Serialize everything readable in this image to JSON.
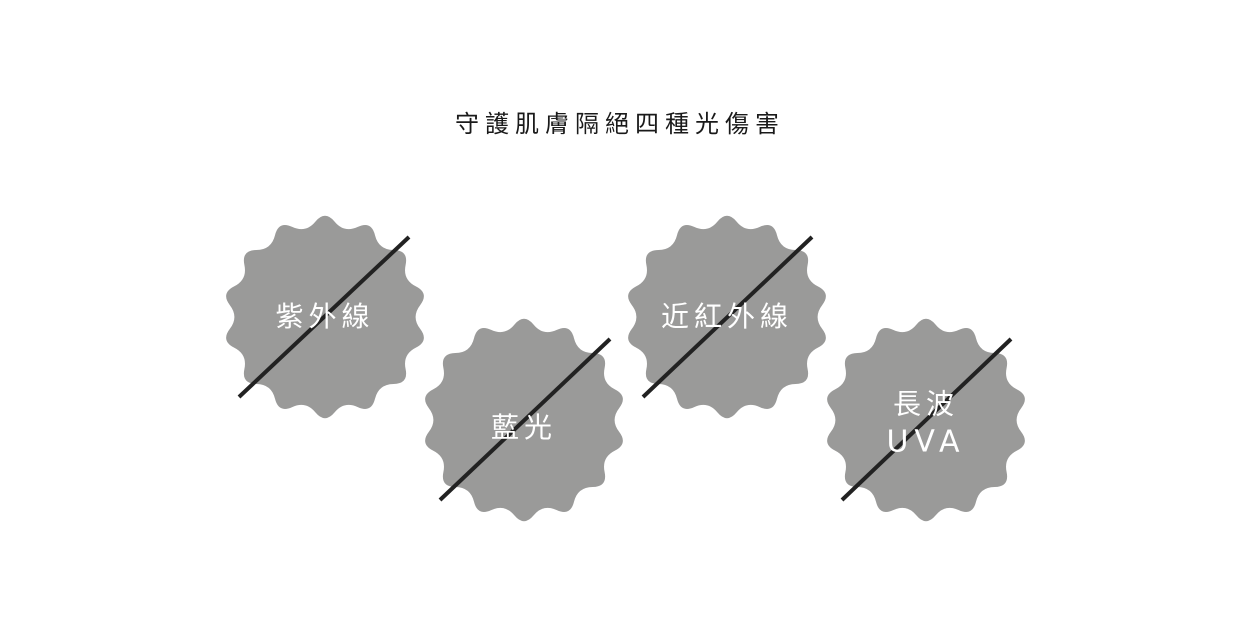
{
  "title": "守護肌膚隔絕四種光傷害",
  "colors": {
    "badge_fill": "#9a9a99",
    "slash_stroke": "#222222",
    "label_text": "#ffffff",
    "title_text": "#1a1a1a"
  },
  "badges": [
    {
      "id": "uv",
      "label": "紫外線",
      "label_line2": ""
    },
    {
      "id": "blue-light",
      "label": "藍光",
      "label_line2": ""
    },
    {
      "id": "near-infrared",
      "label": "近紅外線",
      "label_line2": ""
    },
    {
      "id": "long-wave-uva",
      "label": "長波",
      "label_line2": "UVA"
    }
  ]
}
